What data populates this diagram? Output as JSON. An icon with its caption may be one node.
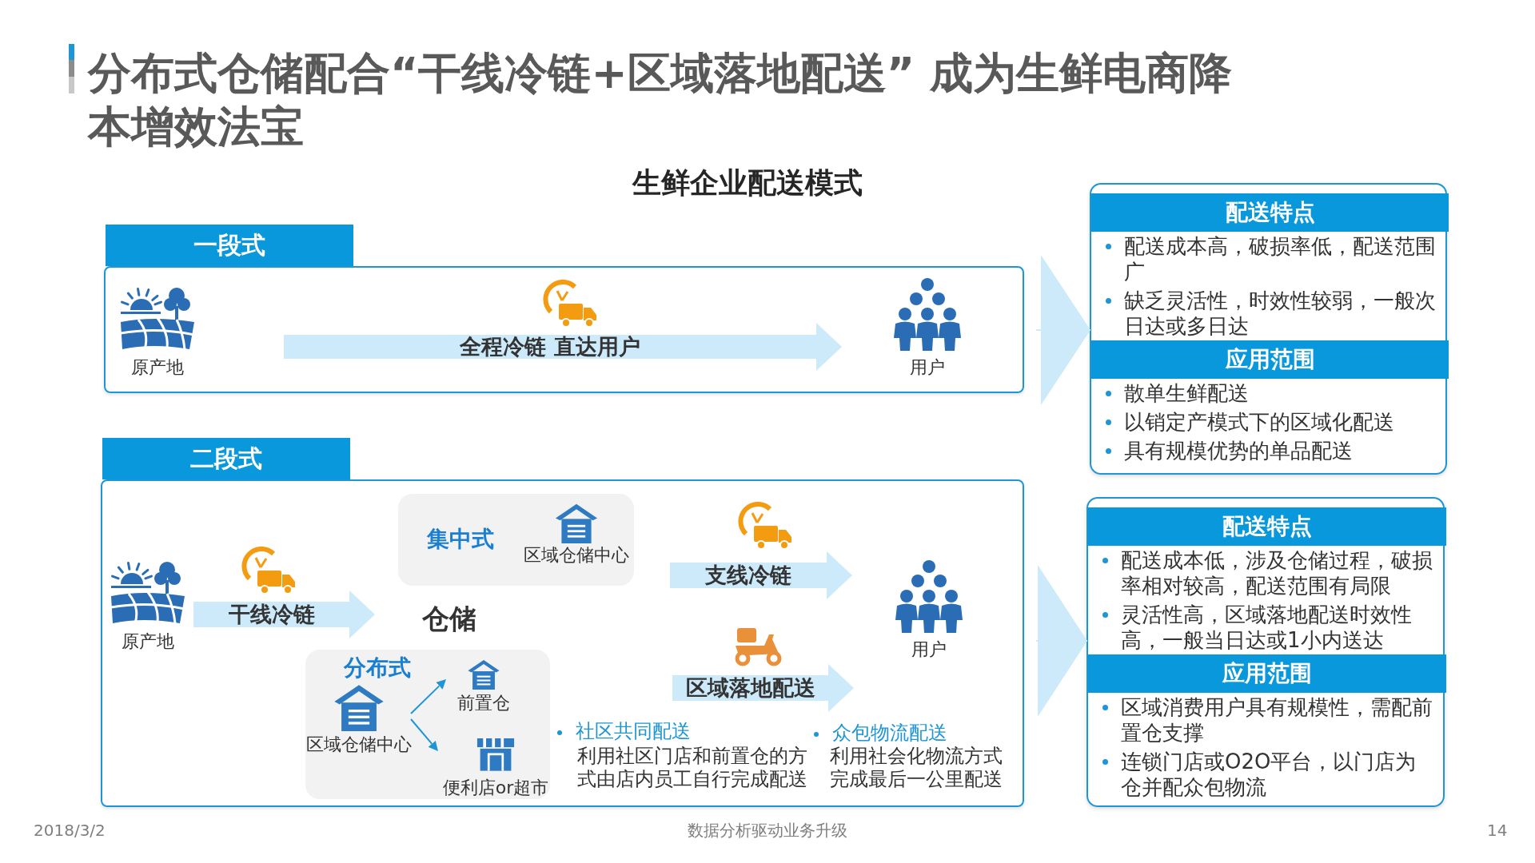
{
  "diagram": {
    "title": "分布式仓储配合“干线冷链+区域落地配送” 成为生鲜电商降本增效法宝",
    "nodes": [
      {
        "text": [
          "一段式"
        ]
      },
      {
        "text": [
          "原产地"
        ],
        "in": 0
      },
      {
        "text": [
          "用户"
        ],
        "in": 0
      },
      {
        "text": [
          "二段式"
        ]
      },
      {
        "text": [
          "原产地"
        ],
        "in": 3
      },
      {
        "text": [
          "仓储"
        ],
        "in": 3
      },
      {
        "text": [
          "集中式",
          "区域仓储中心"
        ],
        "in": 3
      },
      {
        "text": [
          "分布式"
        ],
        "in": 3
      },
      {
        "text": [
          "区域仓储中心"
        ],
        "in": 7
      },
      {
        "text": [
          "前置仓"
        ],
        "in": 7
      },
      {
        "text": [
          "便利店or超市"
        ],
        "in": 7
      },
      {
        "text": [
          "用户"
        ],
        "in": 3
      },
      {
        "text": [
          "配送特点",
          "配送成本高，破损率低，配送范围广",
          "缺乏灵活性，时效性较弱，一般次日达或多日达",
          "应用范围",
          "散单生鲜配送",
          "以销定产模式下的区域化配送",
          "具有规模优势的单品配送"
        ]
      },
      {
        "text": [
          "配送特点",
          "配送成本低，涉及仓储过程，破损率相对较高，配送范围有局限",
          "灵活性高，区域落地配送时效性高，一般当日达或1小内送达",
          "应用范围",
          "区域消费用户具有规模性，需配前置仓支撑",
          "连锁门店或O2O平台，以门店为仓并配众包物流"
        ]
      }
    ],
    "edges": [
      {
        "from": 1,
        "to": 2,
        "arrow": "to",
        "label": "全程冷链 直达用户",
        "style": "thick"
      },
      {
        "from": 4,
        "to": 5,
        "arrow": "to",
        "label": "干线冷链",
        "style": "thick"
      },
      {
        "from": 8,
        "to": 9,
        "arrow": "to",
        "color": "#1e96d6"
      },
      {
        "from": 8,
        "to": 10,
        "arrow": "to",
        "color": "#1e96d6"
      },
      {
        "from": null,
        "to": 11,
        "arrow": "to",
        "label": "支线冷链",
        "style": "thick"
      },
      {
        "from": null,
        "to": 11,
        "arrow": "to",
        "label": "区域落地配送",
        "style": "thick"
      },
      {
        "from": 0,
        "to": 12,
        "arrow": "to"
      },
      {
        "from": 3,
        "to": 13,
        "arrow": "to"
      }
    ],
    "labels": [
      "生鲜企业配送模式",
      "社区共同配送",
      "利用社区门店和前置仓的方式由店内员工自行完成配送",
      "众包物流配送",
      "利用社会化物流方式完成最后一公里配送",
      "2018/3/2",
      "数据分析驱动业务升级",
      "14"
    ]
  }
}
